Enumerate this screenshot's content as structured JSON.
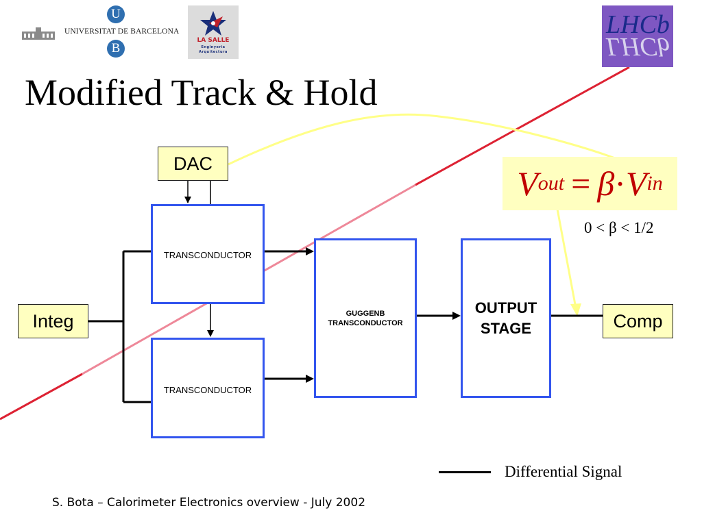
{
  "header": {
    "university_logo": {
      "letter_top": "U",
      "letter_bottom": "B",
      "name": "UNIVERSITAT DE BARCELONA"
    },
    "lasalle_logo": {
      "name": "LA SALLE",
      "subtitle_line1": "Enginyeria",
      "subtitle_line2": "Arquitectura"
    },
    "lhcb_logo": {
      "text": "LHCb"
    }
  },
  "title": "Modified Track & Hold",
  "blocks": {
    "dac": "DAC",
    "integ": "Integ",
    "comp": "Comp",
    "transconductor_top": "TRANSCONDUCTOR",
    "transconductor_bottom": "TRANSCONDUCTOR",
    "guggenb": "GUGGENB\nTRANSCONDUCTOR",
    "output_stage": "OUTPUT\nSTAGE"
  },
  "formula": {
    "lhs": "V",
    "lhs_sub": "out",
    "equals": "=",
    "beta": "β",
    "dot": "·",
    "rhs": "V",
    "rhs_sub": "in"
  },
  "beta_range": "0 < β < 1/2",
  "legend": {
    "label": "Differential Signal"
  },
  "footer": "S. Bota – Calorimeter Electronics overview - July 2002",
  "colors": {
    "block_border": "#3355ee",
    "label_fill": "#ffffc0",
    "formula_text": "#c00000",
    "diagonal_line": "#dd2233",
    "diagonal_line_faded": "#ee8899",
    "callout_line": "#ffff88",
    "wire": "#000000"
  },
  "icons": [
    "university-building-icon",
    "lasalle-star-icon"
  ]
}
